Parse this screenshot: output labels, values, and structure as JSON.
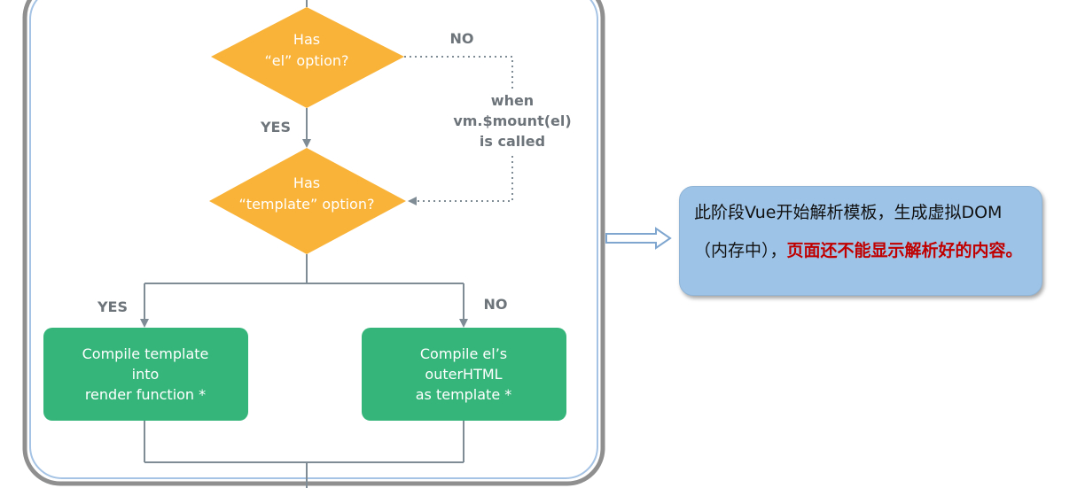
{
  "flowchart": {
    "decision_el": {
      "line1": "Has",
      "line2": "“el” option?"
    },
    "decision_template": {
      "line1": "Has",
      "line2": "“template” option?"
    },
    "no_label_top": "NO",
    "yes_label_mid": "YES",
    "mount_note": {
      "line1": "when",
      "line2": "vm.$mount(el)",
      "line3": "is called"
    },
    "yes_label_left": "YES",
    "no_label_right": "NO",
    "compile_template": {
      "line1": "Compile template",
      "line2": "into",
      "line3": "render function *"
    },
    "compile_el": {
      "line1": "Compile el’s",
      "line2": "outerHTML",
      "line3": "as template *"
    }
  },
  "callout": {
    "text_normal": "此阶段Vue开始解析模板，生成虚拟DOM（内存中），",
    "text_highlight": "页面还不能显示解析好的内容。"
  },
  "colors": {
    "diamond": "#f9b339",
    "box": "#35b57a",
    "panel_border": "#8f8f8f",
    "panel_inner_border": "#a5c3e4",
    "callout_bg": "#9dc3e6",
    "highlight": "#c00000",
    "label_gray": "#6d747a",
    "connector": "#7f8b95"
  }
}
